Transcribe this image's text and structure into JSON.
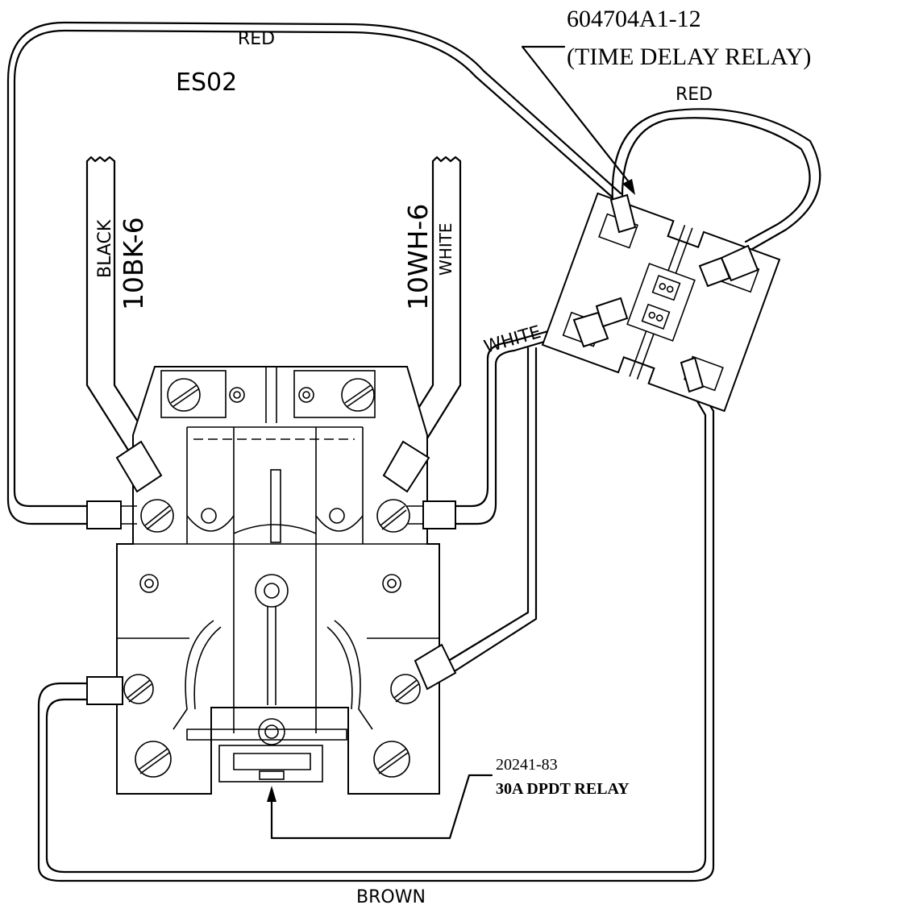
{
  "labels": {
    "red_top": "RED",
    "es02": "ES02",
    "part_number": "604704A1-12",
    "tdr_name": "(TIME DELAY RELAY)",
    "red_right": "RED",
    "black_label": "BLACK",
    "black_wire_id": "10BK-6",
    "white_wire_id": "10WH-6",
    "white_label": "WHITE",
    "white_lead": "WHITE",
    "relay_part": "20241-83",
    "relay_name": "30A DPDT RELAY",
    "brown": "BROWN"
  },
  "colors": {
    "line": "#000000",
    "background": "#ffffff"
  }
}
